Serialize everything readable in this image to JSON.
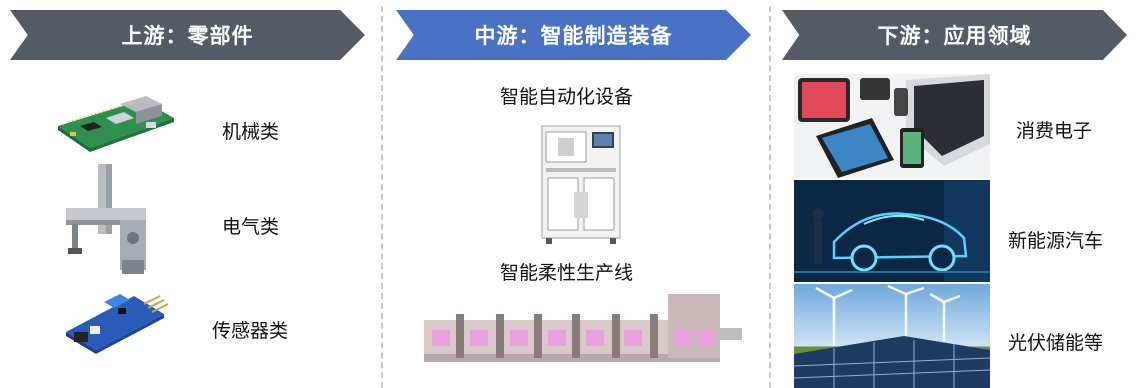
{
  "upstream": {
    "title": "上游：零部件",
    "items": [
      {
        "label": "机械类",
        "icon": "circuit-board-icon"
      },
      {
        "label": "电气类",
        "icon": "robot-arm-icon"
      },
      {
        "label": "传感器类",
        "icon": "sensor-module-icon"
      }
    ]
  },
  "midstream": {
    "title": "中游：智能制造装备",
    "items": [
      {
        "label": "智能自动化设备",
        "icon": "automation-machine-icon"
      },
      {
        "label": "智能柔性生产线",
        "icon": "production-line-icon"
      }
    ]
  },
  "downstream": {
    "title": "下游：应用领域",
    "items": [
      {
        "label": "消费电子",
        "icon": "consumer-devices-photo"
      },
      {
        "label": "新能源汽车",
        "icon": "electric-car-photo"
      },
      {
        "label": "光伏储能等",
        "icon": "solar-wind-photo"
      }
    ]
  },
  "colors": {
    "banner_gray": "#555b66",
    "banner_blue": "#4a72c4",
    "divider": "#c9c9c9"
  }
}
